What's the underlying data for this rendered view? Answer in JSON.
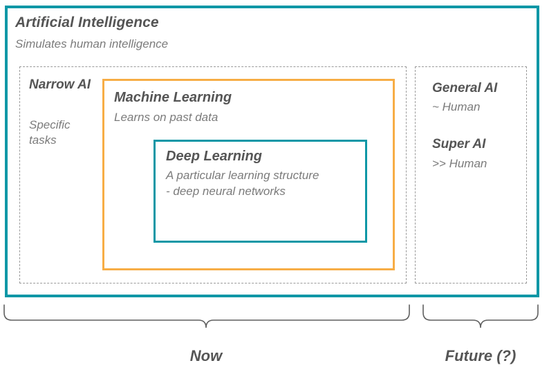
{
  "diagram": {
    "title": "Artificial Intelligence hierarchy diagram",
    "colors": {
      "teal": "#0d97a6",
      "orange": "#f7ad45",
      "dashed_gray": "#9a9a9a",
      "heading_text": "#555555",
      "body_text": "#7b7b7b",
      "background": "#ffffff"
    }
  },
  "ai": {
    "title": "Artificial Intelligence",
    "subtitle": "Simulates human intelligence"
  },
  "narrow_ai": {
    "title": "Narrow\nAI",
    "subtitle": "Specific\ntasks"
  },
  "machine_learning": {
    "title": "Machine Learning",
    "subtitle": "Learns on past data"
  },
  "deep_learning": {
    "title": "Deep Learning",
    "subtitle": "A particular learning structure\n- deep neural networks"
  },
  "future": {
    "general_ai": {
      "title": "General AI",
      "subtitle": "~ Human"
    },
    "super_ai": {
      "title": "Super AI",
      "subtitle": ">> Human"
    }
  },
  "timeline": {
    "now_label": "Now",
    "future_label": "Future (?)"
  }
}
